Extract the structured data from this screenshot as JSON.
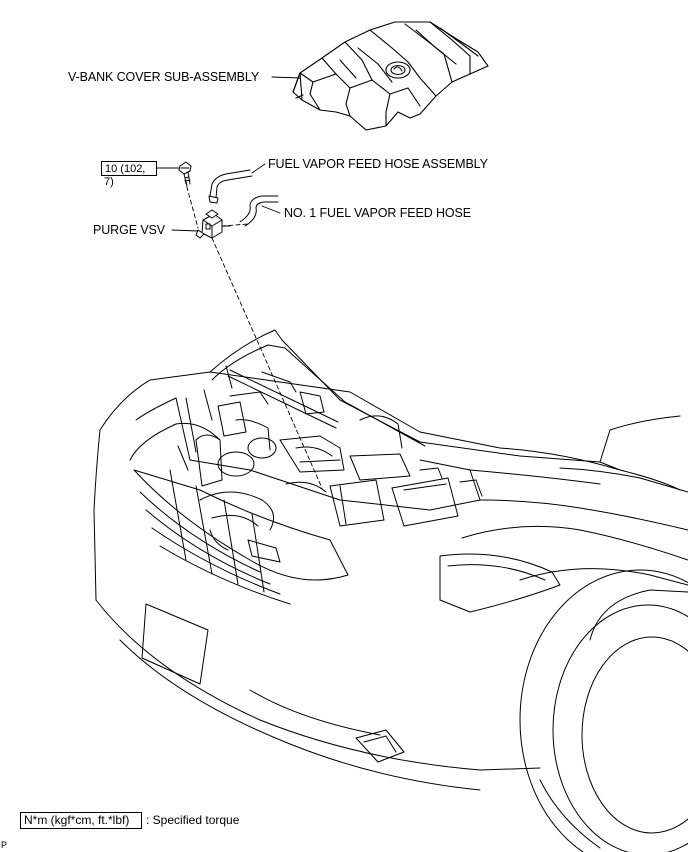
{
  "labels": {
    "v_bank_cover": "V-BANK COVER SUB-ASSEMBLY",
    "fuel_vapor_feed_hose_assembly": "FUEL VAPOR FEED HOSE ASSEMBLY",
    "no1_fuel_vapor_feed_hose": "NO. 1 FUEL VAPOR FEED HOSE",
    "purge_vsv": "PURGE VSV"
  },
  "torque": {
    "line1": "10 (102,",
    "line2": "7)"
  },
  "legend": {
    "box_text": "N*m (kgf*cm, ft.*lbf)",
    "description": ": Specified torque"
  },
  "corner_code": "P",
  "colors": {
    "line": "#000000",
    "background": "#ffffff"
  }
}
